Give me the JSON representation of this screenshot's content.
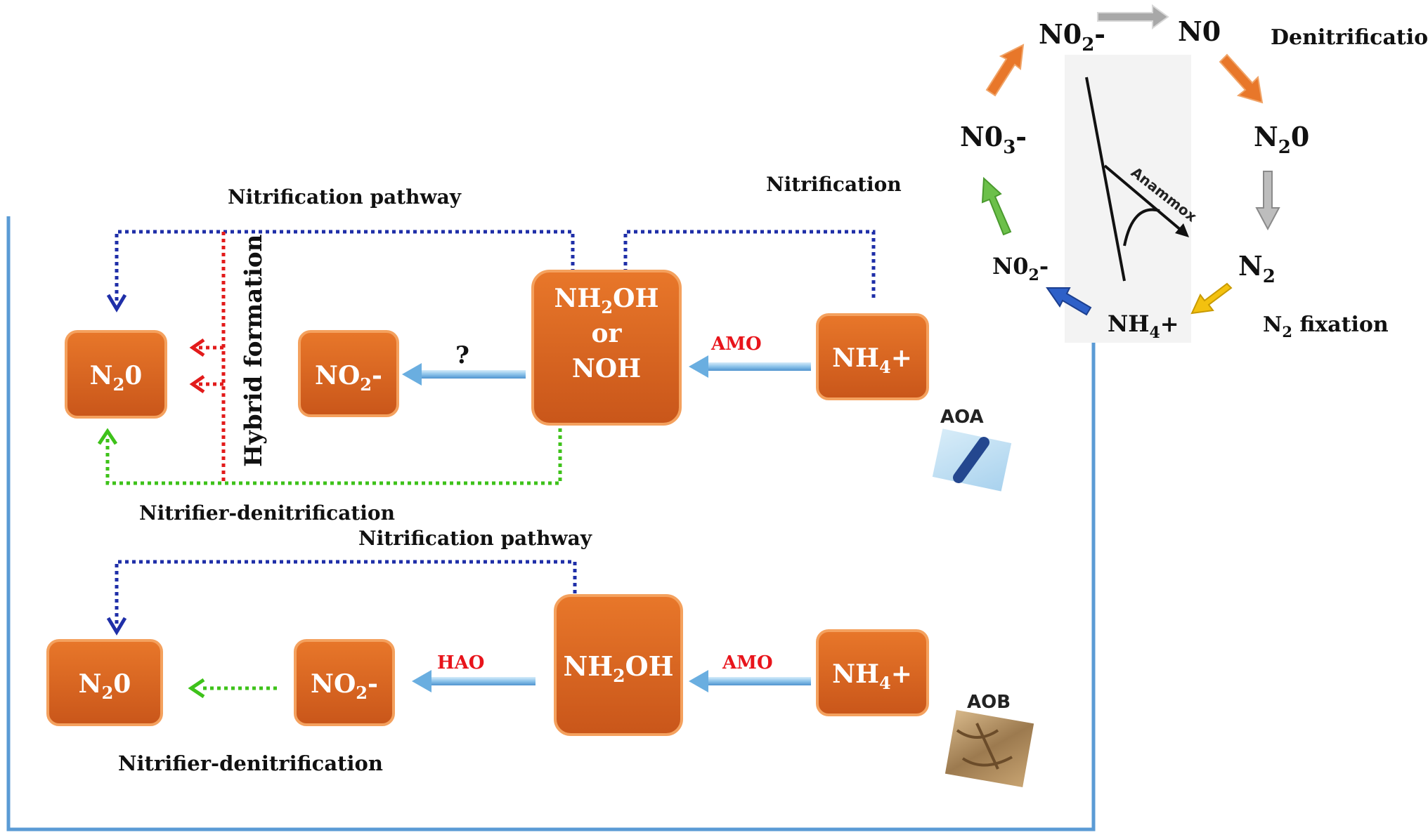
{
  "colors": {
    "box_fill": "#e06a1c",
    "box_stroke": "#f4a15e",
    "frame": "#5b9bd5",
    "blue_dash": "#1f2fa8",
    "red_dash": "#e21b1b",
    "green_dash": "#3ec21a",
    "enzyme_label": "#e8141b"
  },
  "icons": {
    "aoa": "rod-shaped-archaea-icon",
    "aob": "bacteria-micrograph-icon"
  },
  "top": {
    "title_pathway": "Nitrification pathway",
    "title_nitrification": "Nitrification",
    "hybrid_label": "Hybrid formation",
    "nitrifier_denit_label": "Nitrifier-denitrification",
    "question_mark": "?",
    "amo_label": "AMO",
    "organism_label": "AOA",
    "box_n2o": {
      "base": "N",
      "sub": "2",
      "rest": "0"
    },
    "box_no2": {
      "base": "NO",
      "sub": "2",
      "rest": "-"
    },
    "box_mid": {
      "l1a": "NH",
      "l1sub": "2",
      "l1b": "OH",
      "l2": "or",
      "l3": "NOH"
    },
    "box_nh4": {
      "base": "NH",
      "sub": "4",
      "rest": "+"
    }
  },
  "bottom": {
    "title_pathway": "Nitrification pathway",
    "nitrifier_denit_label": "Nitrifier-denitrification",
    "hao_label": "HAO",
    "amo_label": "AMO",
    "organism_label": "AOB",
    "box_n2o": {
      "base": "N",
      "sub": "2",
      "rest": "0"
    },
    "box_no2": {
      "base": "NO",
      "sub": "2",
      "rest": "-"
    },
    "box_mid": {
      "a": "NH",
      "sub": "2",
      "b": "OH"
    },
    "box_nh4": {
      "base": "NH",
      "sub": "4",
      "rest": "+"
    }
  },
  "cycle": {
    "no2_top": {
      "base": "N0",
      "sub": "2",
      "rest": "-"
    },
    "no_top": "N0",
    "denitrification": "Denitrification",
    "n2o": {
      "base": "N",
      "sub": "2",
      "rest": "0"
    },
    "n2": {
      "base": "N",
      "sub": "2"
    },
    "n2_fixation": {
      "base": "N",
      "sub": "2",
      "rest": " fixation"
    },
    "nh4": {
      "base": "NH",
      "sub": "4",
      "rest": "+"
    },
    "no2_left": {
      "base": "N0",
      "sub": "2",
      "rest": "-"
    },
    "no3": {
      "base": "N0",
      "sub": "3",
      "rest": "-"
    },
    "anammox": "Anammox"
  }
}
